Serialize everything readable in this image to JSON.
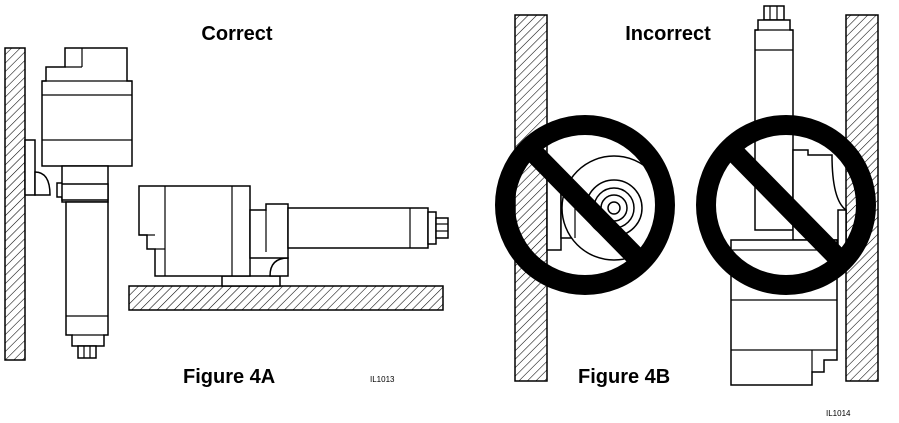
{
  "figure_4a": {
    "heading": "Correct",
    "caption": "Figure 4A",
    "code": "IL1013"
  },
  "figure_4b": {
    "heading": "Incorrect",
    "caption": "Figure 4B"
  },
  "page_code": "IL1014",
  "icons": [
    "prohibited-sign-icon",
    "prohibited-sign-icon"
  ],
  "colors": {
    "ink": "#000000",
    "paper": "#ffffff"
  }
}
